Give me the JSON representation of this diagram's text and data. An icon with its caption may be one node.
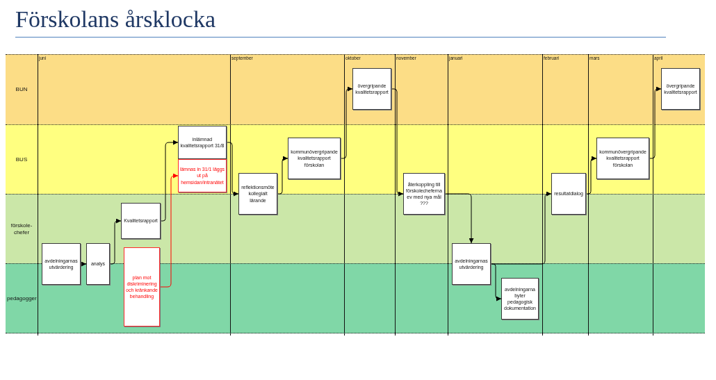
{
  "diagram": {
    "title": "Förskolans årsklocka",
    "nodes": [
      {
        "text": [
          "BUN"
        ]
      },
      {
        "text": [
          "BUS"
        ]
      },
      {
        "text": [
          "förskole-chefer"
        ]
      },
      {
        "text": [
          "pedagogger"
        ]
      },
      {
        "text": [
          "avdelningarnas utvärdering"
        ]
      },
      {
        "text": [
          "analys"
        ]
      },
      {
        "text": [
          "Kvalitetsrapport"
        ],
        "in": 2
      },
      {
        "text": [
          "plan mot diskriminering och kränkande behandling"
        ]
      },
      {
        "text": [
          "inlämnad kvalitetsrapport 31/8"
        ],
        "in": 1
      },
      {
        "text": [
          "lämnas in 31/1 läggs ut på hemsidan/intranätet"
        ],
        "in": 1
      },
      {
        "text": [
          "reflektionsmöte kollegialt lärande"
        ]
      },
      {
        "text": [
          "kommunövergripande kvalitetsrapport förskolan"
        ],
        "in": 1
      },
      {
        "text": [
          "övergripande kvalitetsrapport"
        ],
        "in": 0
      },
      {
        "text": [
          "återkoppling till förskolecheferna ev med nya mål ???"
        ]
      },
      {
        "text": [
          "avdelningarnas utvärdering"
        ]
      },
      {
        "text": [
          "avdelningarna byter pedagogisk dokumentation"
        ],
        "in": 3
      },
      {
        "text": [
          "resultatdialog"
        ]
      },
      {
        "text": [
          "kommunövergripande kvalitetsrapport förskolan"
        ],
        "in": 1
      },
      {
        "text": [
          "övergripande kvalitetsrapport"
        ],
        "in": 0
      }
    ],
    "edges": [
      {
        "from": 4,
        "to": 5,
        "arrow": "to"
      },
      {
        "from": 5,
        "to": 6,
        "arrow": "to"
      },
      {
        "from": 6,
        "to": 8,
        "arrow": "to"
      },
      {
        "from": 7,
        "to": 9,
        "arrow": "to",
        "color": "#ff0000"
      },
      {
        "from": 8,
        "to": 10,
        "arrow": "to"
      },
      {
        "from": 10,
        "to": 11,
        "arrow": "to"
      },
      {
        "from": 11,
        "to": 12,
        "arrow": "to"
      },
      {
        "from": 12,
        "to": 13,
        "arrow": "to"
      },
      {
        "from": 13,
        "to": 14,
        "arrow": "to"
      },
      {
        "from": 14,
        "to": 15,
        "arrow": "to"
      },
      {
        "from": 14,
        "to": 16,
        "arrow": "to"
      },
      {
        "from": 16,
        "to": 17,
        "arrow": "to"
      },
      {
        "from": 17,
        "to": 18,
        "arrow": "to"
      }
    ],
    "labels": [
      "juni",
      "september",
      "oktober",
      "november",
      "januari",
      "februari",
      "mars",
      "april"
    ]
  }
}
